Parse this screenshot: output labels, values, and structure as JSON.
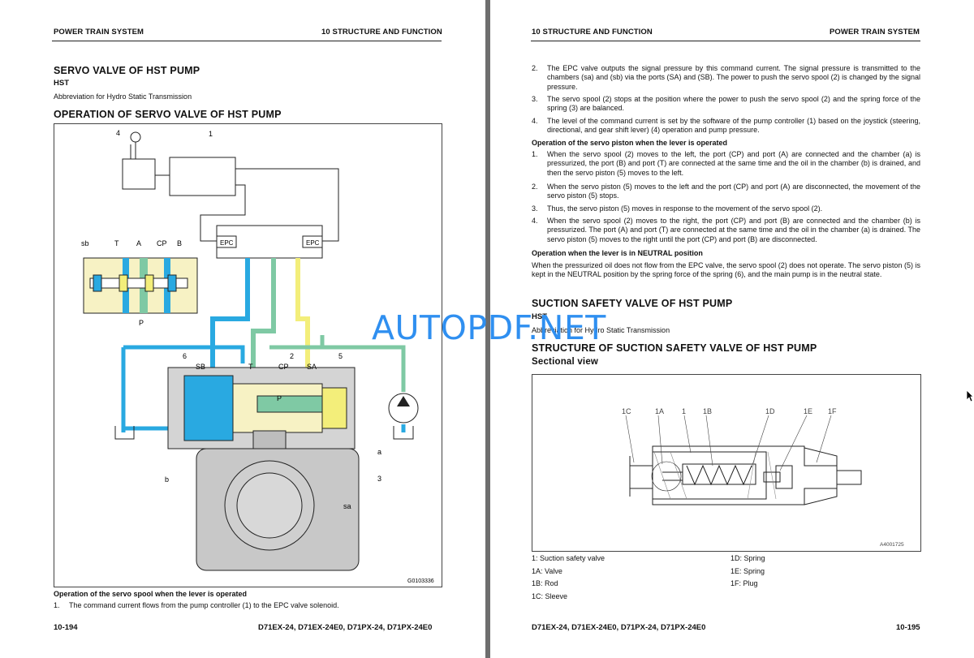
{
  "left": {
    "header_left": "POWER TRAIN SYSTEM",
    "header_right": "10 STRUCTURE AND FUNCTION",
    "section_title": "SERVO VALVE OF HST PUMP",
    "abbr_heading": "HST",
    "abbr_text": "Abbreviation for Hydro Static Transmission",
    "operation_title": "OPERATION OF SERVO VALVE OF HST PUMP",
    "figure": {
      "id": "G0103336",
      "labels": {
        "n4": "4",
        "n1": "1",
        "epc_left": "EPC",
        "epc_right": "EPC",
        "sb": "sb",
        "t": "T",
        "a": "A",
        "cp": "CP",
        "b": "B",
        "p": "P",
        "n6": "6",
        "SB": "SB",
        "T2": "T",
        "n2": "2",
        "CP2": "CP",
        "SA": "SA",
        "n5": "5",
        "P2": "P",
        "a2": "a",
        "n3": "3",
        "b2": "b",
        "sa": "sa"
      }
    },
    "sub_heading": "Operation of the servo spool when the lever is operated",
    "item1_num": "1.",
    "item1_text": "The command current flows from the pump controller (1) to the EPC valve solenoid.",
    "footer_page": "10-194",
    "footer_models": "D71EX-24, D71EX-24E0, D71PX-24, D71PX-24E0"
  },
  "right": {
    "header_left": "10 STRUCTURE AND FUNCTION",
    "header_right": "POWER TRAIN SYSTEM",
    "items_a": [
      {
        "num": "2.",
        "text": "The EPC valve outputs the signal pressure by this command current. The signal pressure is transmitted to the chambers (sa) and (sb) via the ports (SA) and (SB). The power to push the servo spool (2) is changed by the signal pressure."
      },
      {
        "num": "3.",
        "text": "The servo spool (2) stops at the position where the power to push the servo spool (2) and the spring force of the spring (3) are balanced."
      },
      {
        "num": "4.",
        "text": "The level of the command current is set by the software of the pump controller (1) based on the joystick (steering, directional, and gear shift lever) (4) operation and pump pressure."
      }
    ],
    "piston_heading": "Operation of the servo piston when the lever is operated",
    "items_b": [
      {
        "num": "1.",
        "text": "When the servo spool (2) moves to the left, the port (CP) and port (A) are connected and the chamber (a) is pressurized, the port (B) and port (T) are connected at the same time and the oil in the chamber (b) is drained, and then the servo piston (5) moves to the left."
      },
      {
        "num": "2.",
        "text": "When the servo piston (5) moves to the left and the port (CP) and port (A) are disconnected, the movement of the servo piston (5) stops."
      },
      {
        "num": "3.",
        "text": "Thus, the servo piston (5) moves in response to the movement of the servo spool (2)."
      },
      {
        "num": "4.",
        "text": "When the servo spool (2) moves to the right, the port (CP) and port (B) are connected and the chamber (b) is pressurized. The port (A) and port (T) are connected at the same time and the oil in the chamber (a) is drained. The servo piston (5) moves to the right until the port (CP) and port (B) are disconnected."
      }
    ],
    "neutral_heading": "Operation when the lever is in NEUTRAL position",
    "neutral_text": "When the pressurized oil does not flow from the EPC valve, the servo spool (2) does not operate. The servo piston (5) is kept in the NEUTRAL position by the spring force of the spring (6), and the main pump is in the neutral state.",
    "suction_title": "SUCTION SAFETY VALVE OF HST PUMP",
    "abbr_heading": "HST",
    "abbr_text": "Abbreviation for Hydro Static Transmission",
    "structure_title": "STRUCTURE OF SUCTION SAFETY VALVE OF HST PUMP",
    "sectional_view": "Sectional view",
    "figure": {
      "id": "A4001725",
      "labels": {
        "c1": "1C",
        "a1": "1A",
        "one": "1",
        "b1": "1B",
        "d1": "1D",
        "e1": "1E",
        "f1": "1F"
      }
    },
    "legend": [
      {
        "text": "1: Suction safety valve"
      },
      {
        "text": "1A: Valve"
      },
      {
        "text": "1B: Rod"
      },
      {
        "text": "1C: Sleeve"
      },
      {
        "text": "1D: Spring"
      },
      {
        "text": "1E: Spring"
      },
      {
        "text": "1F: Plug"
      }
    ],
    "footer_models": "D71EX-24, D71EX-24E0, D71PX-24, D71PX-24E0",
    "footer_page": "10-195"
  },
  "watermark": "AUTOPDF.NET",
  "colors": {
    "oil_blue": "#29a9e1",
    "oil_green": "#7fc9a4",
    "oil_yellow": "#f3ee7a",
    "watermark": "#2f8ff0"
  },
  "icons": {
    "cursor": "cursor-arrow-icon"
  }
}
